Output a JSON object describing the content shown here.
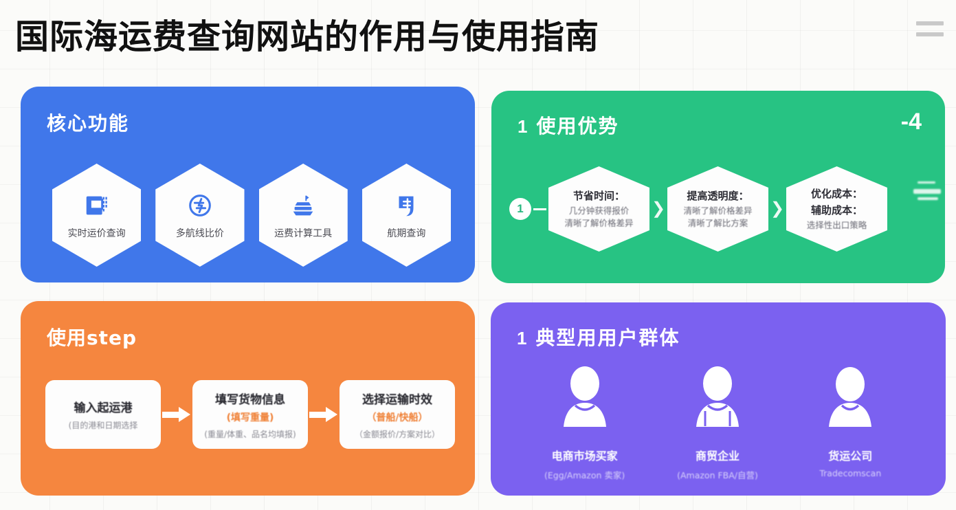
{
  "header": {
    "title": "国际海运费查询网站的作用与使用指南",
    "menu_icon": "hamburger-icon"
  },
  "colors": {
    "background": "#fbfbf9",
    "blue_card": "#4077EA",
    "green_card": "#27C383",
    "orange_card": "#F5863F",
    "purple_card": "#7B61F0",
    "card_white": "#fdfdfd",
    "title_text": "#111111"
  },
  "core_features": {
    "title": "核心功能",
    "items": [
      {
        "label": "实时运价查询",
        "icon": "book-document-icon"
      },
      {
        "label": "多航线比价",
        "icon": "compare-circle-icon"
      },
      {
        "label": "运费计算工具",
        "icon": "ship-calculator-icon"
      },
      {
        "label": "航期查询",
        "icon": "schedule-note-icon"
      }
    ]
  },
  "advantages": {
    "index": "1",
    "title": "使用优势",
    "badge": "-4",
    "step_number": "1",
    "chevron": "❯",
    "items": [
      {
        "head": "节省时间：",
        "lines": [
          "几分钟获得报价",
          "清晰了解价格差异"
        ]
      },
      {
        "head": "提高透明度：",
        "lines": [
          "清晰了解价格差异",
          "清晰了解比方案"
        ]
      },
      {
        "head": "优化成本：",
        "lines": [
          "辅助成本：",
          "选择性出口策略"
        ]
      }
    ]
  },
  "steps": {
    "title": "使用step",
    "items": [
      {
        "head": "输入起运港",
        "mid": "",
        "sub": "(目的港和日期选择"
      },
      {
        "head": "填写货物信息",
        "mid": "(填写重量)",
        "sub": "(重量/体重、品名均填报)"
      },
      {
        "head": "选择运输时效",
        "mid": "（普船/快船）",
        "sub": "（金额报价/方案对比）"
      }
    ]
  },
  "users": {
    "index": "1",
    "title": "典型用用户群体",
    "items": [
      {
        "name": "电商市场买家",
        "sub": "(Egg/Amazon 卖家)",
        "icon": "person-avatar-icon"
      },
      {
        "name": "商贸企业",
        "sub": "(Amazon FBA/自营)",
        "icon": "person-avatar-icon"
      },
      {
        "name": "货运公司",
        "sub": "Tradecomscan",
        "icon": "person-avatar-icon"
      }
    ]
  }
}
